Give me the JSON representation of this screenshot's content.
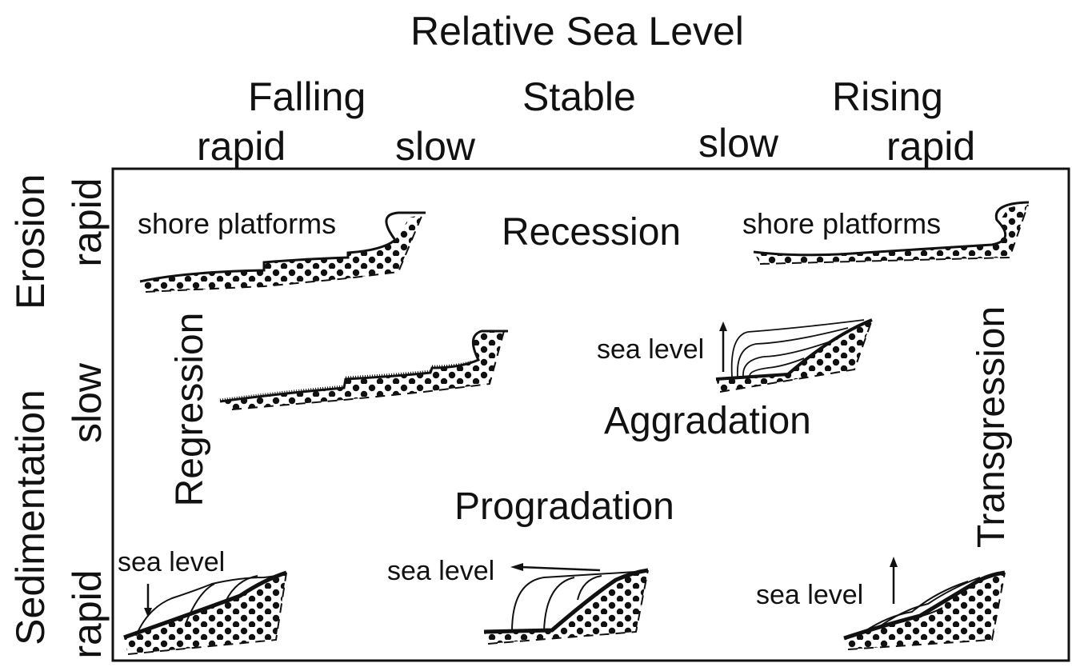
{
  "title": "Relative Sea Level",
  "columns": {
    "falling": "Falling",
    "stable": "Stable",
    "rising": "Rising",
    "rapid_left": "rapid",
    "slow_left": "slow",
    "slow_right": "slow",
    "rapid_right": "rapid"
  },
  "rows": {
    "erosion": "Erosion",
    "sedimentation": "Sedimentation",
    "rapid_top": "rapid",
    "slow_mid": "slow",
    "rapid_bottom": "rapid"
  },
  "regions": {
    "recession": "Recession",
    "regression": "Regression",
    "aggradation": "Aggradation",
    "progradation": "Progradation",
    "transgression": "Transgression"
  },
  "sketch_labels": {
    "shore_platforms_left": "shore platforms",
    "shore_platforms_right": "shore platforms",
    "sea_level_aggradation": "sea level",
    "sea_level_bottom_left": "sea level",
    "sea_level_bottom_mid": "sea level",
    "sea_level_bottom_right": "sea level"
  }
}
